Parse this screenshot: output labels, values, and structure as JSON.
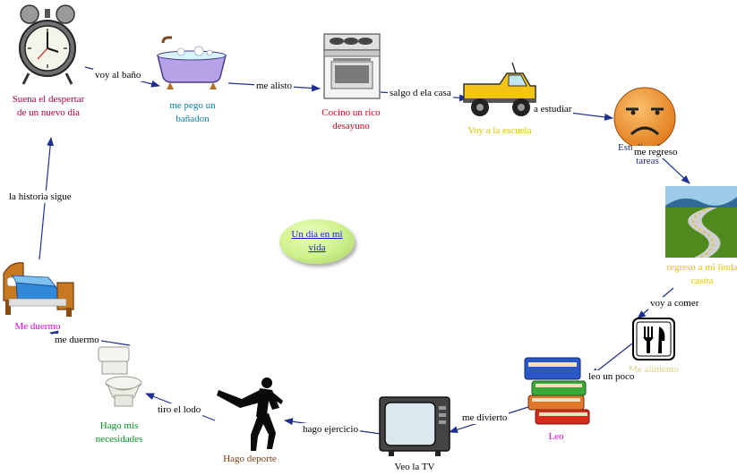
{
  "center": {
    "label": "Un dia en mi vida"
  },
  "colors": {
    "arrow": "#1f2f8f",
    "wake": "#b0003a",
    "bath": "#0a7a9e",
    "breakfast": "#d4001a",
    "school": "#d8c000",
    "study": "#1f2f7f",
    "home": "#e0c400",
    "eat": "#d8d080",
    "read": "#e000c8",
    "tv": "#000000",
    "sport": "#7a3a10",
    "needs": "#009020",
    "sleep": "#e000e0"
  },
  "nodes": [
    {
      "id": "wake",
      "label": "Suena el despertar de un nuevo dia",
      "icon": "alarm-clock-icon"
    },
    {
      "id": "bath",
      "label": "me pego un bañadon",
      "icon": "bathtub-icon"
    },
    {
      "id": "breakfast",
      "label": "Cocino un rico desayuno",
      "icon": "stove-icon"
    },
    {
      "id": "school",
      "label": "Voy a la escuela",
      "icon": "truck-icon"
    },
    {
      "id": "study",
      "label": "Estudio y hago tareas",
      "icon": "frown-face-icon"
    },
    {
      "id": "home",
      "label": "regreso a mi linda casita",
      "icon": "road-icon"
    },
    {
      "id": "eat",
      "label": "Me alimento",
      "icon": "fork-knife-icon"
    },
    {
      "id": "read",
      "label": "Leo",
      "icon": "books-icon"
    },
    {
      "id": "tv",
      "label": "Veo la TV",
      "icon": "tv-icon"
    },
    {
      "id": "sport",
      "label": "Hago deporte",
      "icon": "karate-icon"
    },
    {
      "id": "needs",
      "label": "Hago mis necesidades",
      "icon": "toilet-icon"
    },
    {
      "id": "sleep",
      "label": "Me duermo",
      "icon": "bed-icon"
    }
  ],
  "edges": [
    {
      "label": "voy al baño"
    },
    {
      "label": "me alisto"
    },
    {
      "label": "salgo d ela casa"
    },
    {
      "label": "a estudiar"
    },
    {
      "label": "me regreso"
    },
    {
      "label": "voy a comer"
    },
    {
      "label": "leo un poco"
    },
    {
      "label": "me divierto"
    },
    {
      "label": "hago ejercicio"
    },
    {
      "label": "tiro el lodo"
    },
    {
      "label": "me duermo"
    },
    {
      "label": "la historia sigue"
    }
  ]
}
